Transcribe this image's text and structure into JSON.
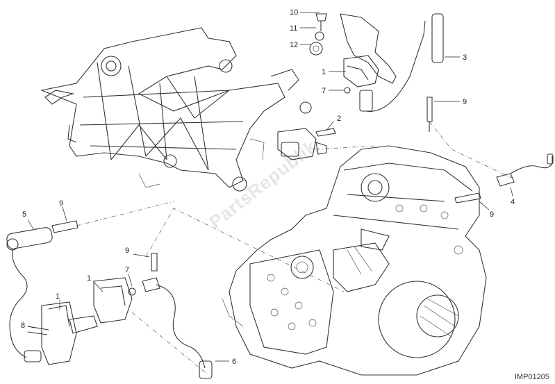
{
  "diagram": {
    "reference_code": "IMP01205",
    "watermark": "PartsRepublik",
    "callouts": [
      "10",
      "11",
      "12",
      "1",
      "7",
      "3",
      "9",
      "2",
      "4",
      "9",
      "5",
      "9",
      "9",
      "7",
      "1",
      "1",
      "8",
      "6"
    ]
  }
}
